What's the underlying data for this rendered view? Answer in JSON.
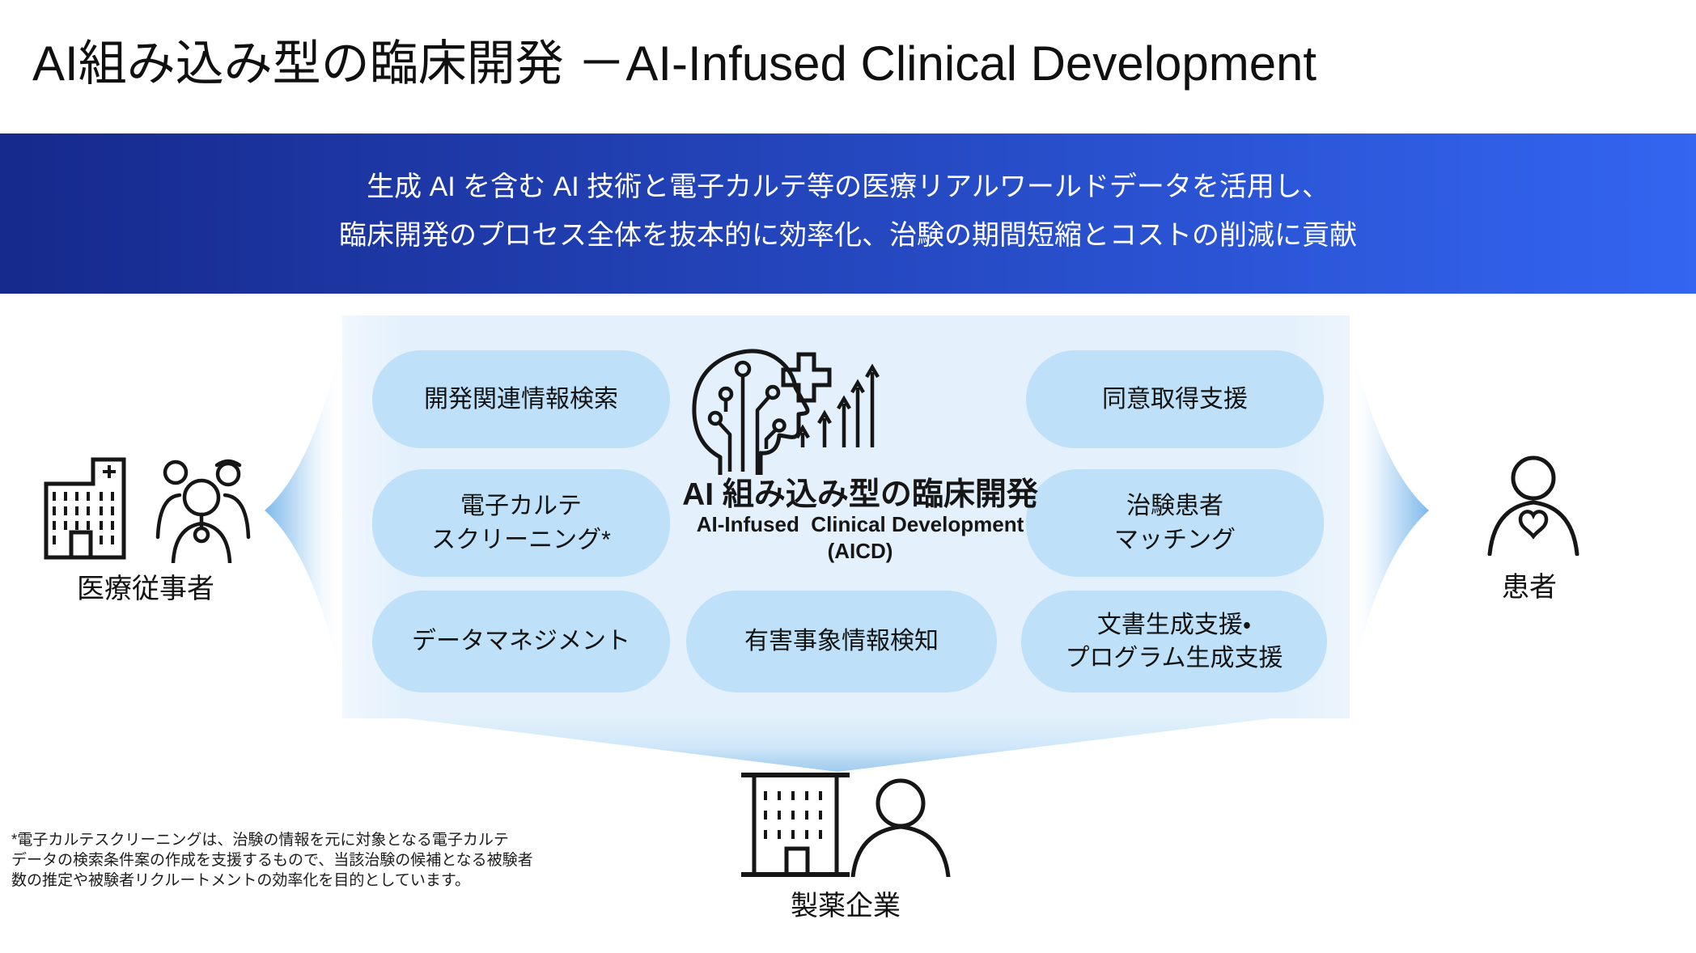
{
  "page_title": "AI組み込み型の臨床開発 －AI-Infused Clinical Development",
  "banner": {
    "line1": "生成 AI を含む AI 技術と電子カルテ等の医療リアルワールドデータを活用し、",
    "line2": "臨床開発のプロセス全体を抜本的に効率化、治験の期間短縮とコストの削減に貢献"
  },
  "center": {
    "heading": "AI 組み込み型の臨床開発",
    "subheading": "AI-Infused  Clinical Development",
    "acronym": "(AICD)"
  },
  "capabilities": {
    "dev_info_search": {
      "line1": "開発関連情報検索"
    },
    "consent_support": {
      "line1": "同意取得支援"
    },
    "ehr_screening": {
      "line1": "電子カルテ",
      "line2": "スクリーニング*"
    },
    "patient_matching": {
      "line1": "治験患者",
      "line2": "マッチング"
    },
    "data_management": {
      "line1": "データマネジメント"
    },
    "adverse_event_detection": {
      "line1": "有害事象情報検知"
    },
    "doc_program_generation": {
      "line1": "文書生成支援・",
      "line2": "プログラム生成支援"
    }
  },
  "actors": {
    "healthcare_worker": {
      "label": "医療従事者"
    },
    "patient": {
      "label": "患者"
    },
    "pharma_company": {
      "label": "製薬企業"
    }
  },
  "footnote": {
    "line1": "*電子カルテスクリーニングは、治験の情報を元に対象となる電子カルテ",
    "line2": "データの検索条件案の作成を支援するもので、当該治験の候補となる被験者",
    "line3": "数の推定や被験者リクルートメントの効率化を目的としています。"
  },
  "colors": {
    "title_text": "#101010",
    "banner_gradient_left": "#16298C",
    "banner_gradient_right": "#3365F1",
    "banner_text": "#FFFFFF",
    "panel_bg": "#E4F1FC",
    "pill_bg": "#BEE0F8",
    "arrow_blue": "#7FB9EB",
    "funnel_tip": "#9FCBEE",
    "icon_stroke": "#161616"
  }
}
